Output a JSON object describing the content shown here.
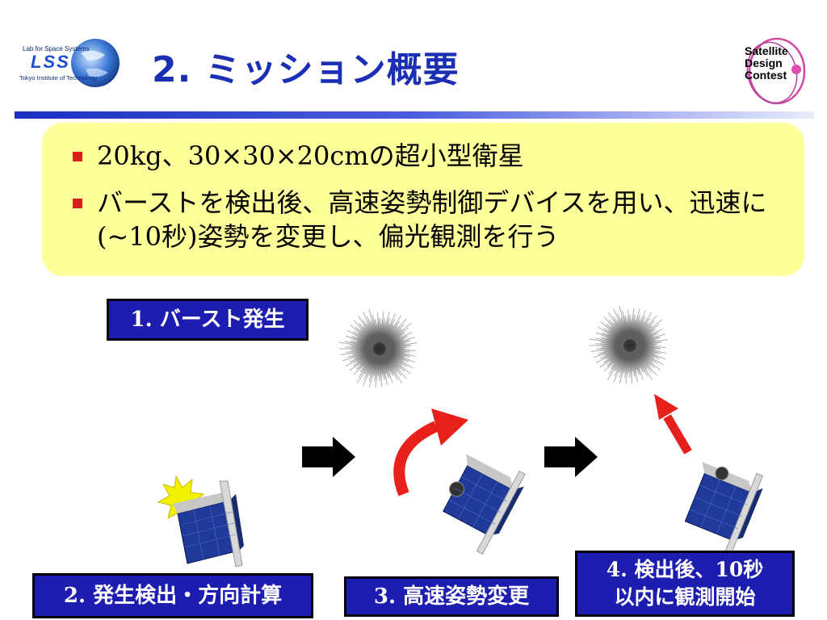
{
  "header": {
    "title": "2. ミッション概要",
    "left_logo": {
      "line1": "Lab for Space Systems",
      "abbr": "LSS",
      "line2": "Tokyo Institute of Technology"
    },
    "right_logo": {
      "words": [
        "Satellite",
        "Design",
        "Contest"
      ]
    }
  },
  "bullets": [
    "20kg、30×30×20cmの超小型衛星",
    "バーストを検出後、高速姿勢制御デバイスを用い、迅速に(~10秒)姿勢を変更し、偏光観測を行う"
  ],
  "steps": {
    "burst": "1. バースト発生",
    "detect": "2. 発生検出・方向計算",
    "slew": "3. 高速姿勢変更",
    "observe_line1": "4. 検出後、10秒",
    "observe_line2": "以内に観測開始"
  },
  "colors": {
    "title": "#1a2fb4",
    "label_bg": "#1d1db0",
    "bullet_box": "#ffff99",
    "bullet_mark": "#e01b1b",
    "arrow_red": "#e8201c",
    "flash": "#f2f200"
  },
  "icons": [
    "earth-logo-icon",
    "satellite-design-contest-logo-icon",
    "burst-icon",
    "satellite-icon",
    "flash-icon",
    "next-arrow-icon",
    "rotate-arrow-icon",
    "pointing-arrow-icon"
  ]
}
